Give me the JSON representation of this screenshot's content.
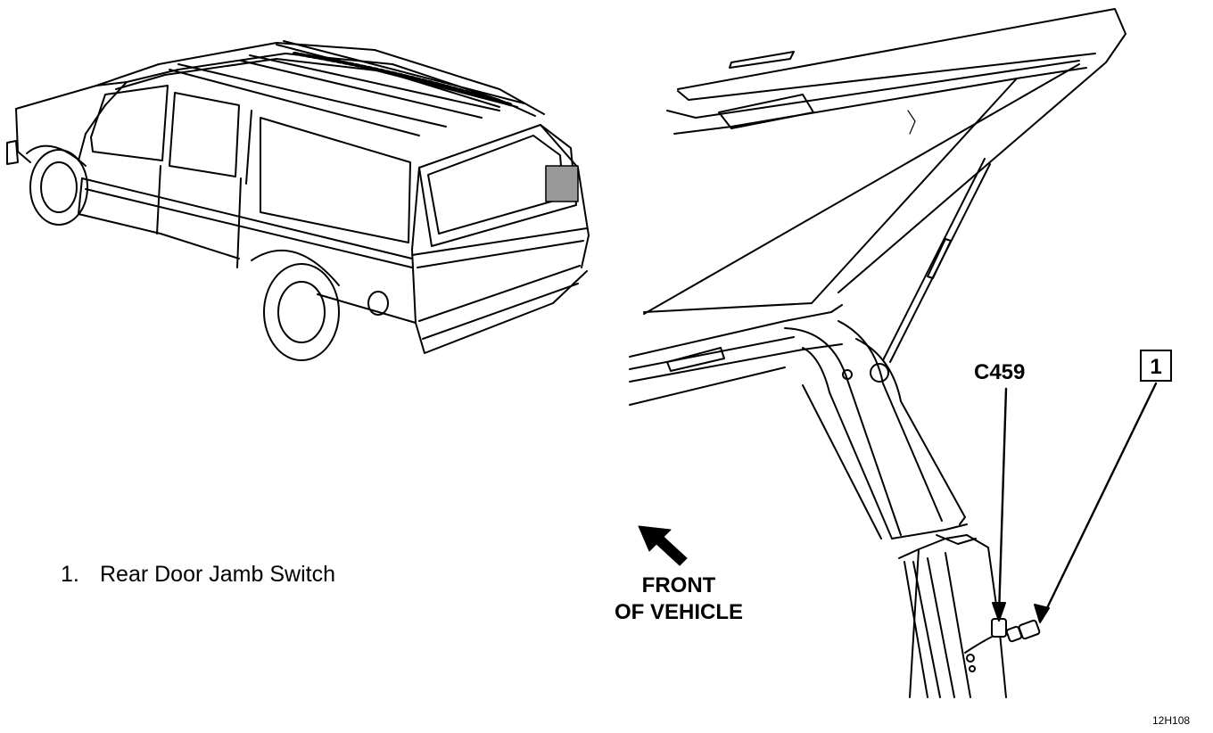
{
  "legend": {
    "number": "1.",
    "text": "Rear Door Jamb Switch"
  },
  "front_arrow": {
    "line1": "FRONT",
    "line2": "OF VEHICLE"
  },
  "connector_label": "C459",
  "callout_number": "1",
  "figure_id": "12H108"
}
